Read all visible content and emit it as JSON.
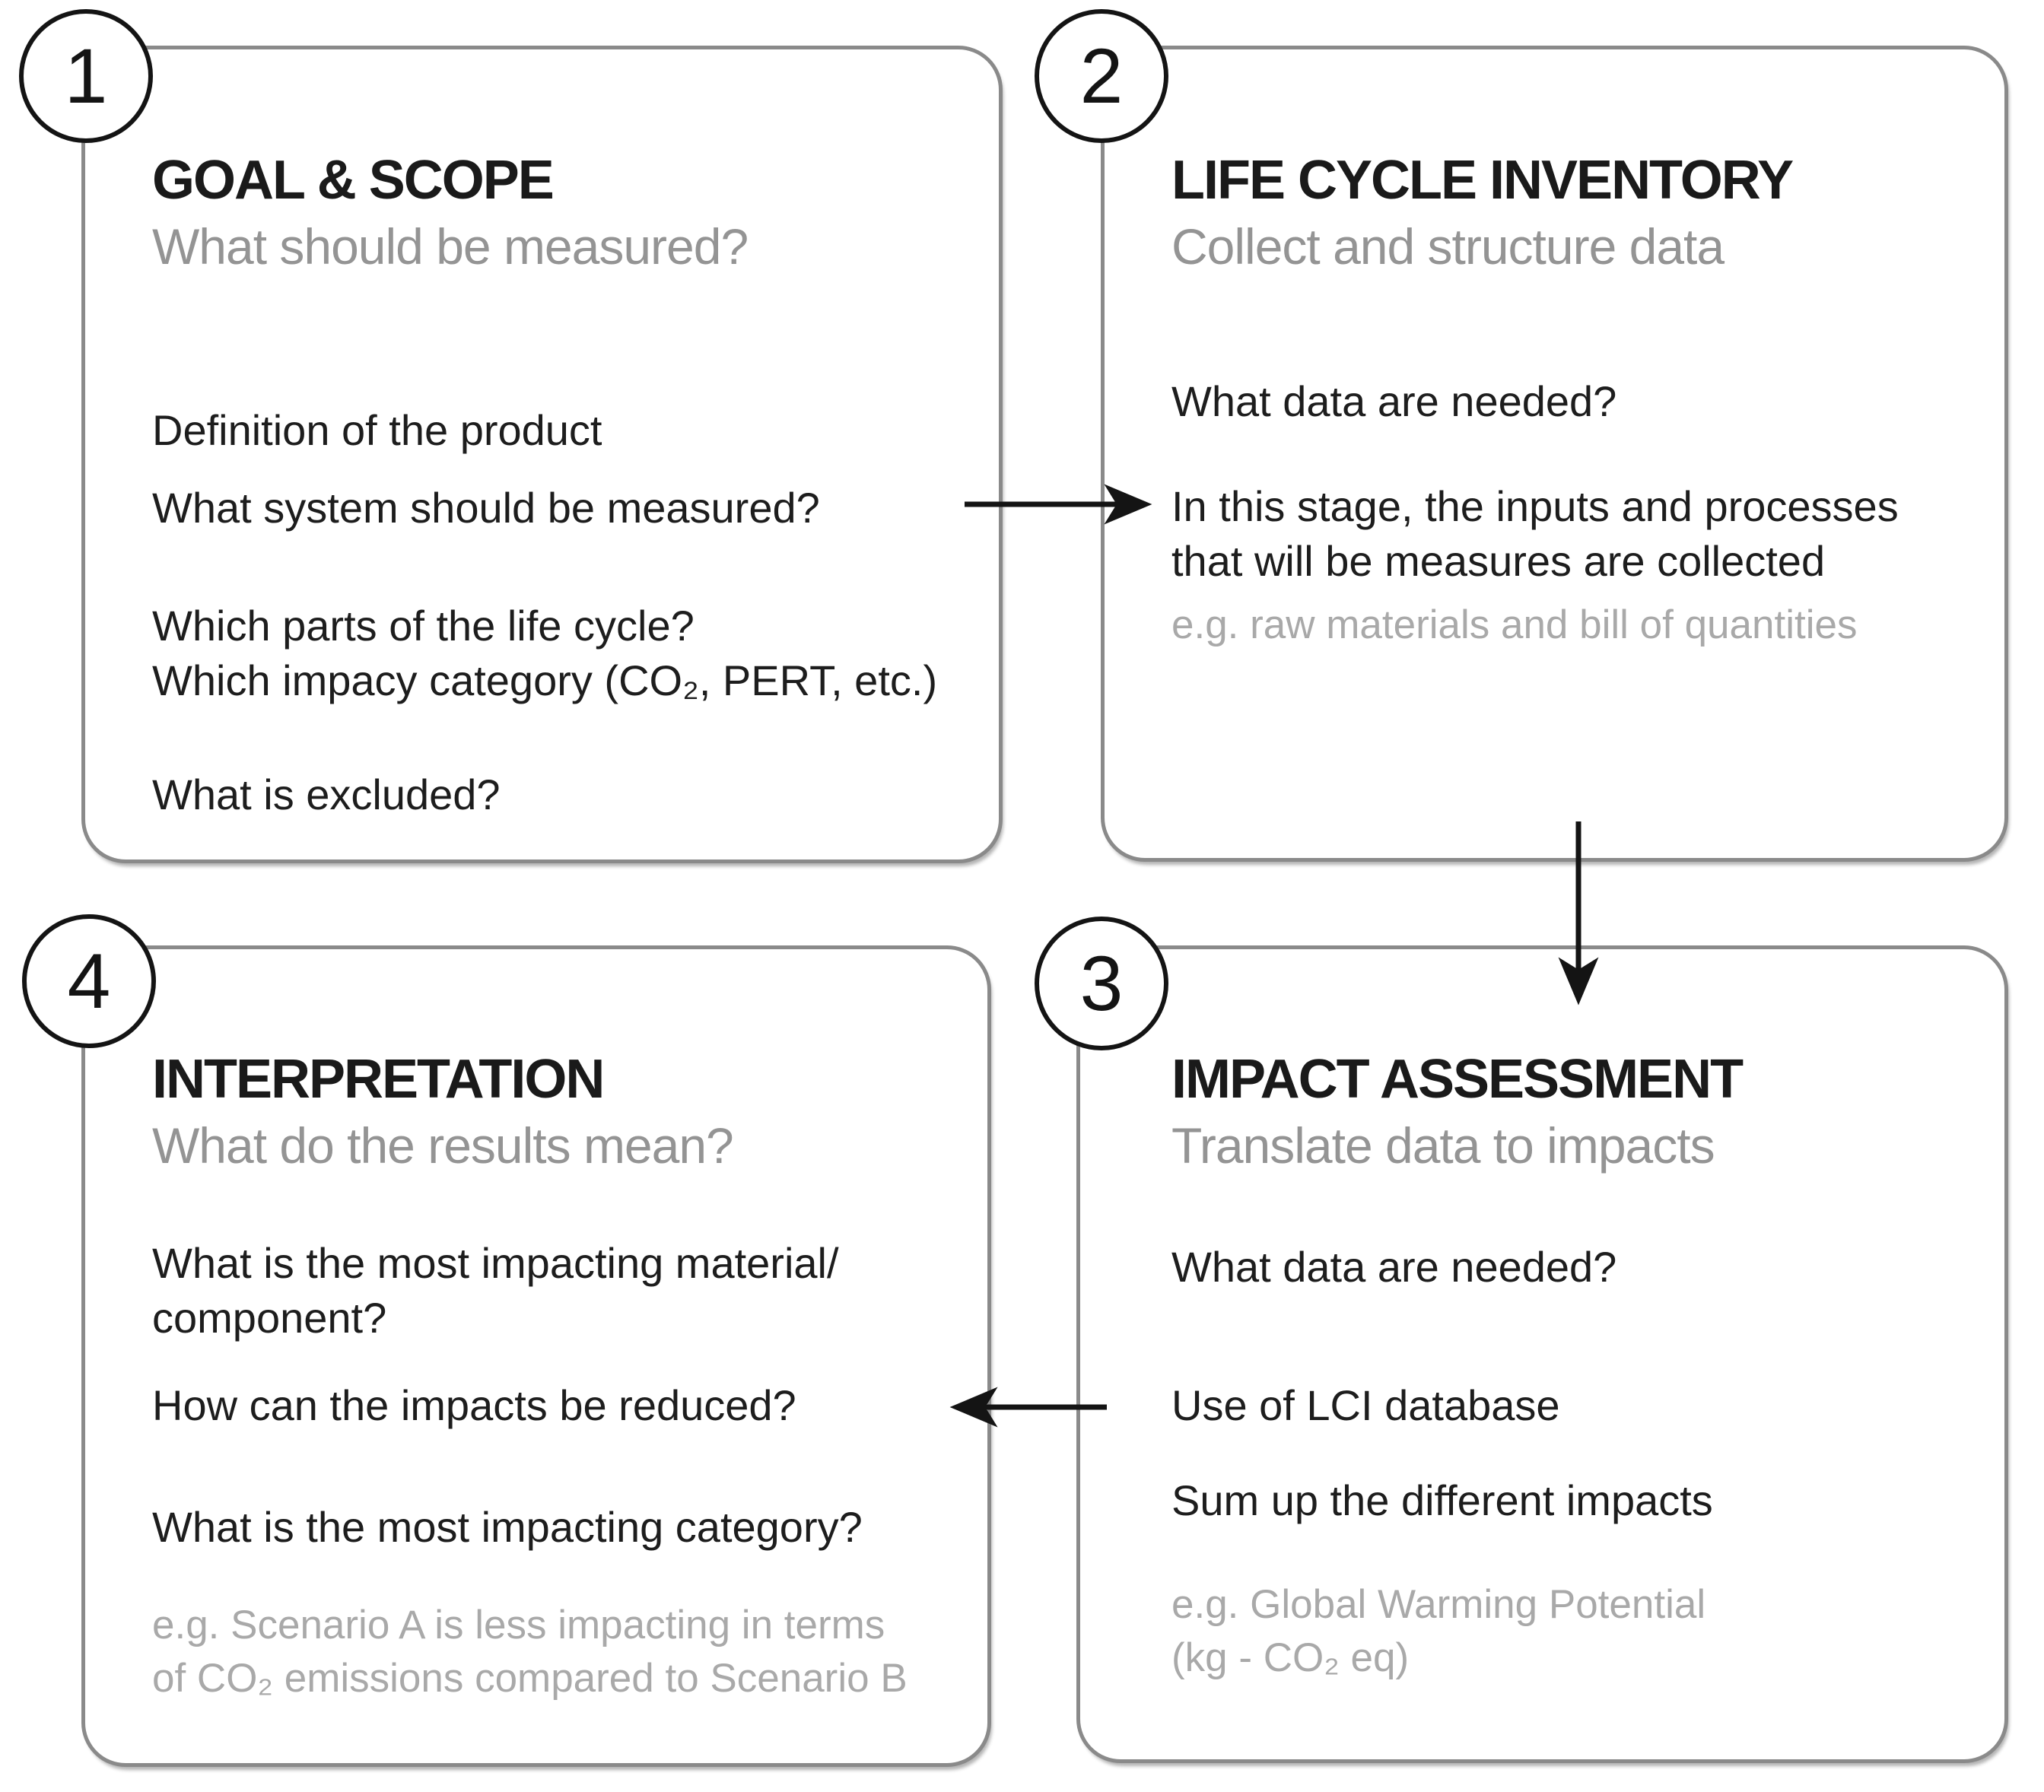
{
  "steps": [
    {
      "number": "1",
      "title": "GOAL & SCOPE",
      "subtitle": "What should be measured?",
      "items": [
        "Definition of the product",
        "What system should be measured?",
        "Which parts of the life cycle?",
        "Which impacy category (CO₂, PERT, etc.)",
        "What is excluded?"
      ],
      "examples": []
    },
    {
      "number": "2",
      "title": "LIFE CYCLE INVENTORY",
      "subtitle": "Collect and structure data",
      "items": [
        "What data are needed?",
        "In this stage, the inputs and processes",
        "that will be measures are collected"
      ],
      "examples": [
        "e.g. raw materials and bill of quantities"
      ]
    },
    {
      "number": "3",
      "title": "IMPACT ASSESSMENT",
      "subtitle": "Translate data to impacts",
      "items": [
        "What data are needed?",
        "Use of LCI database",
        "Sum up the different impacts"
      ],
      "examples": [
        "e.g. Global Warming Potential",
        "(kg - CO₂ eq)"
      ]
    },
    {
      "number": "4",
      "title": "INTERPRETATION",
      "subtitle": "What do the results mean?",
      "items": [
        "What is the most impacting material/",
        "component?",
        "How can the impacts be reduced?",
        "What is the most impacting category?"
      ],
      "examples": [
        "e.g. Scenario A is less impacting in terms",
        "of CO₂ emissions compared to Scenario B"
      ]
    }
  ],
  "colors": {
    "title": "#1a1a1a",
    "body": "#1d1d1d",
    "subtitle": "#949494",
    "example": "#a9a9a9",
    "box_border": "#8a8a8a",
    "circle_border": "#141414",
    "arrow": "#141414"
  }
}
